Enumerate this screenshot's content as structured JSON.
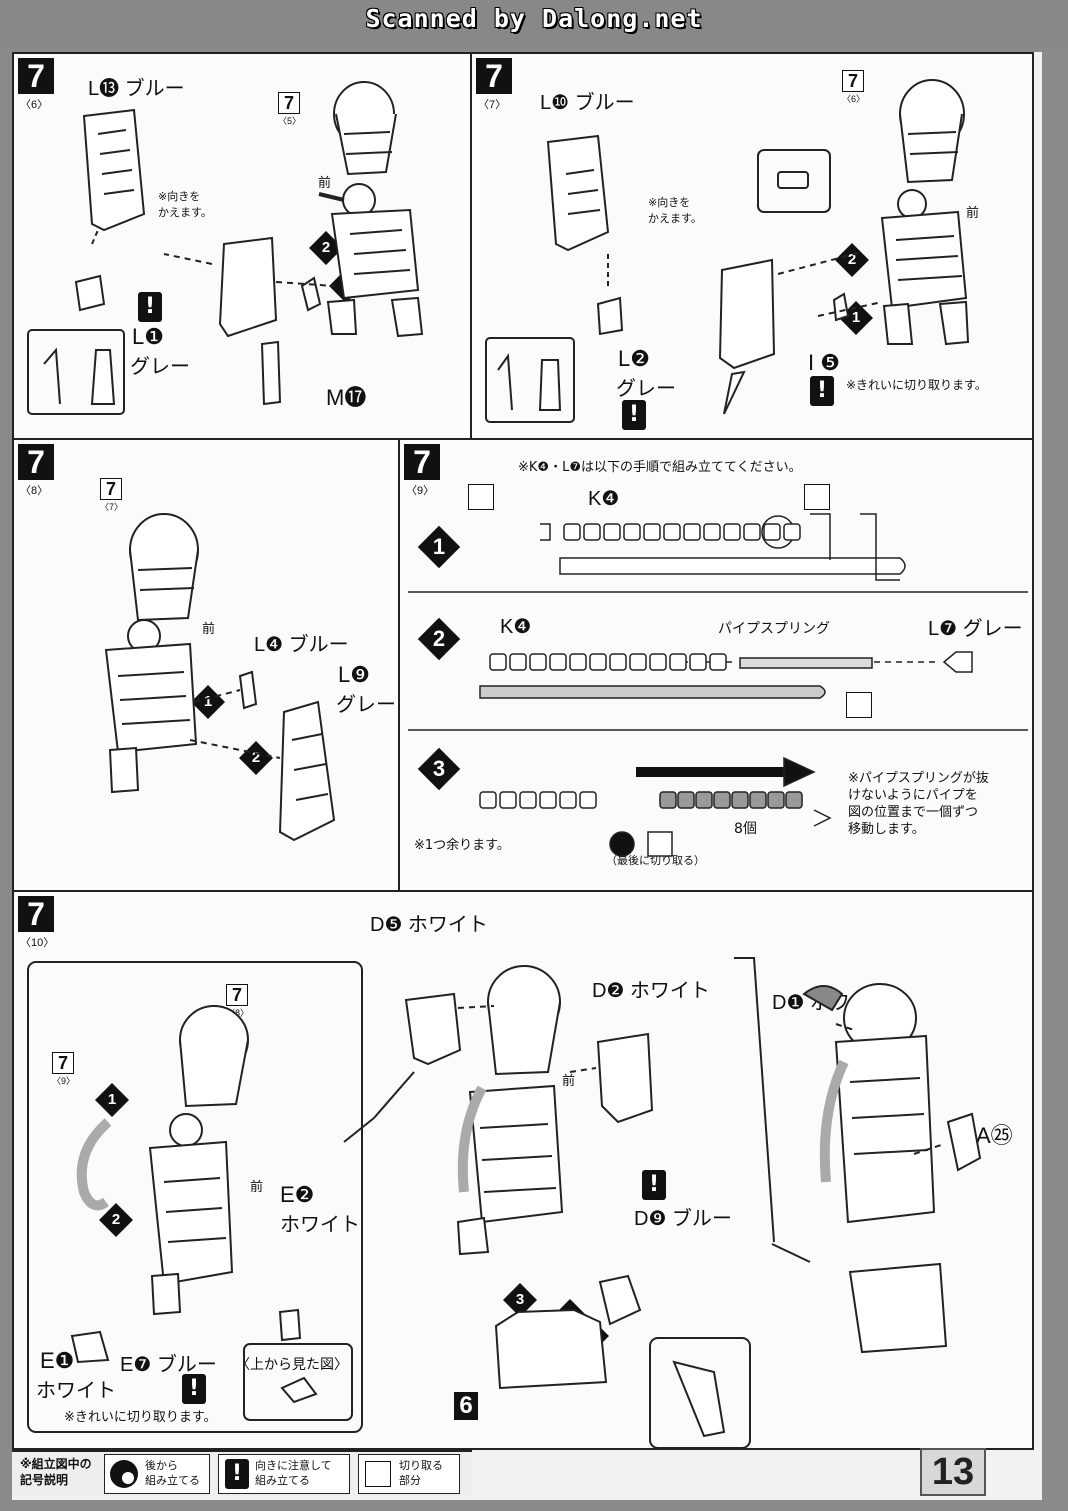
{
  "header": {
    "scan_credit": "Scanned by Dalong.net"
  },
  "page_number": "13",
  "panels": {
    "p6": {
      "step": "7",
      "sub": "〈6〉",
      "ref": {
        "step": "7",
        "sub": "〈5〉"
      },
      "parts": {
        "top": "L⓭ ブルー",
        "bottom": "L❶",
        "bottom_color": "グレー",
        "m": "M⓱"
      },
      "note": "※向きを\nかえます。",
      "front": "前",
      "arrows": [
        "2",
        "1"
      ]
    },
    "p7": {
      "step": "7",
      "sub": "〈7〉",
      "ref": {
        "step": "7",
        "sub": "〈6〉"
      },
      "parts": {
        "top": "L❿ ブルー",
        "bottom": "L❷",
        "bottom_color": "グレー",
        "i": "I ❺"
      },
      "note": "※向きを\nかえます。",
      "note2": "※きれいに切り取ります。",
      "front": "前",
      "arrows": [
        "2",
        "1"
      ]
    },
    "p8": {
      "step": "7",
      "sub": "〈8〉",
      "ref": {
        "step": "7",
        "sub": "〈7〉"
      },
      "parts": {
        "a": "L❹ ブルー",
        "b": "L❾",
        "b_color": "グレー"
      },
      "front": "前",
      "arrows": [
        "1",
        "2"
      ]
    },
    "p9": {
      "step": "7",
      "sub": "〈9〉",
      "intro": "※K❹・L❼は以下の手順で組み立ててください。",
      "steps": [
        "1",
        "2",
        "3"
      ],
      "k4": "K❹",
      "k4b": "K❹",
      "spring": "パイプスプリング",
      "l7": "L❼ グレー",
      "note_push": "※パイプスプリングが抜\nけないようにパイプを\n図の位置まで一個ずつ\n移動します。",
      "count": "8個",
      "leftover": "※1つ余ります。",
      "last_cut": "（最後に切り取る）"
    },
    "p10": {
      "step": "7",
      "sub": "〈10〉",
      "ref_a": {
        "step": "7",
        "sub": "〈8〉"
      },
      "ref_b": {
        "step": "7",
        "sub": "〈9〉"
      },
      "parts": {
        "d5": "D❺ ホワイト",
        "d2": "D❷ ホワイト",
        "d1": "D❶ ホワイト",
        "a25": "A㉕",
        "e2": "E❷",
        "e2c": "ホワイト",
        "e1": "E❶",
        "e1c": "ホワイト",
        "e7": "E❼ ブルー",
        "d9": "D❾ ブルー"
      },
      "topview": "〈上から見た図〉",
      "note": "※きれいに切り取ります。",
      "front": "前",
      "base_num": "6",
      "arrows": [
        "1",
        "2",
        "3"
      ]
    }
  },
  "legend": {
    "title": "※組立図中の\n記号説明",
    "items": [
      {
        "label": "後から\n組み立てる"
      },
      {
        "label": "向きに注意して\n組み立てる"
      },
      {
        "label": "切り取る\n部分"
      }
    ]
  }
}
